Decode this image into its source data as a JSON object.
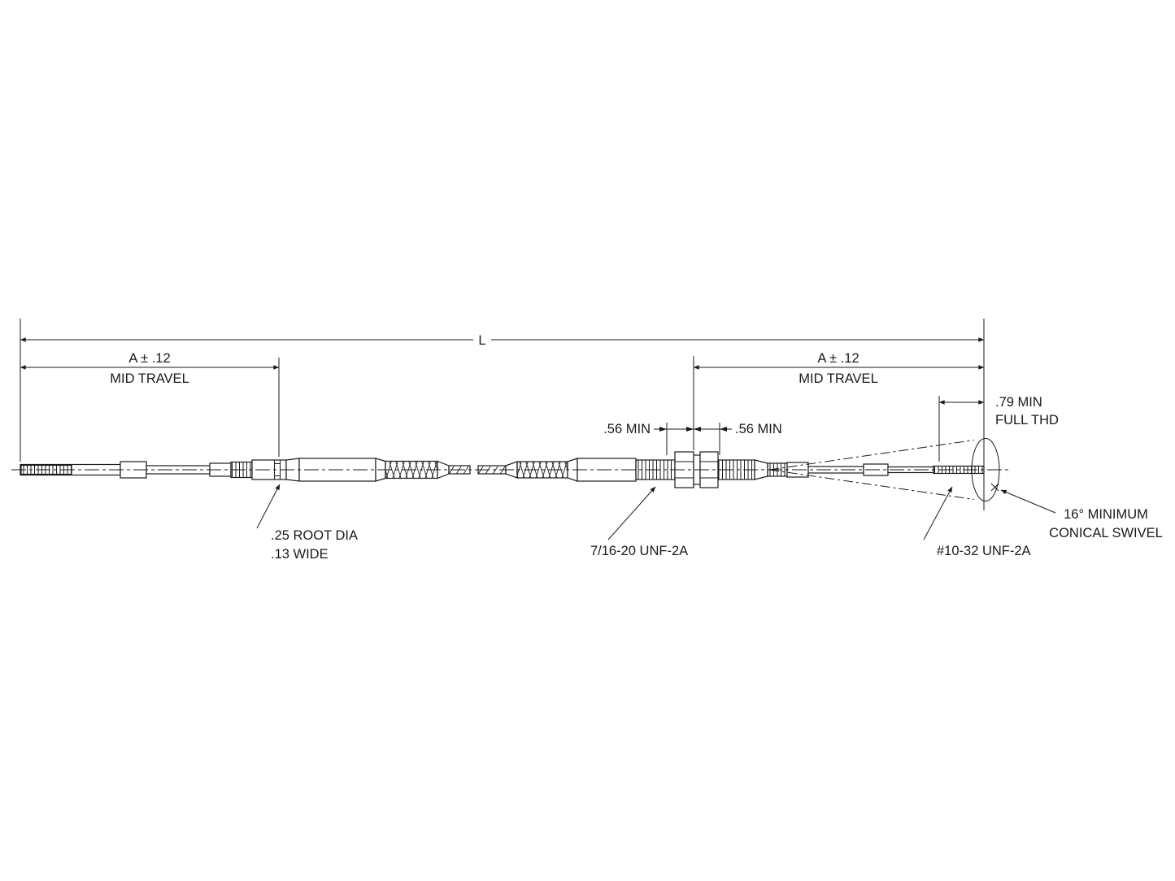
{
  "page": {
    "background": "#ffffff",
    "line_color": "#1a1a1a"
  },
  "diagram": {
    "type": "engineering-drawing",
    "subject": "push-pull control cable assembly with bulkhead fitting and conical swivel",
    "dimensions": {
      "overall_length": "L",
      "mid_travel_left": {
        "value": "A ± .12",
        "label": "MID TRAVEL"
      },
      "mid_travel_right": {
        "value": "A ± .12",
        "label": "MID TRAVEL"
      },
      "full_thread": {
        "value": ".79 MIN",
        "label": "FULL THD"
      },
      "min_left": ".56 MIN",
      "min_right": ".56 MIN"
    },
    "callouts": {
      "root_dia": {
        "line1": ".25 ROOT DIA",
        "line2": ".13 WIDE"
      },
      "bulkhead_thread": "7/16-20 UNF-2A",
      "end_thread": "#10-32 UNF-2A",
      "swivel": {
        "line1": "16° MINIMUM",
        "line2": "CONICAL SWIVEL"
      }
    }
  }
}
